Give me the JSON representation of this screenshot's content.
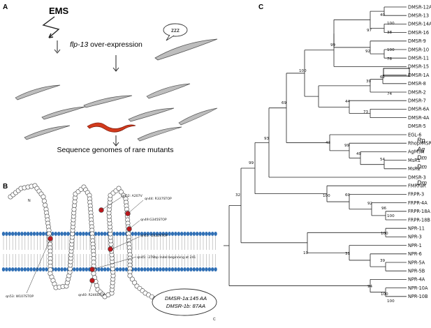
{
  "panels": {
    "a": {
      "label": "A",
      "ems": "EMS",
      "gene": "flp-13",
      "overexpression": " over-expression",
      "sleep": "zzz",
      "caption": "Sequence genomes of rare mutants",
      "colors": {
        "ems": "#3a6fb0",
        "worm": "#bdbdbd",
        "mutant": "#d23a1c"
      }
    },
    "b": {
      "label": "B",
      "n_term": "N",
      "c_term": "C",
      "mutations": [
        {
          "label": "qn52: A207V"
        },
        {
          "label": "qn44: R337STOP"
        },
        {
          "label": "qn49:G345STOP"
        },
        {
          "label": "qn51: Q322STOP"
        },
        {
          "label": "qn45: -278bp Indel beginning at 241"
        },
        {
          "label": "qn53: W107STOP"
        },
        {
          "label": "qn40: R246STOP"
        }
      ],
      "isoforms": [
        "DMSR-1a:145 AA",
        "DMSR-1b: 87AA"
      ],
      "colors": {
        "lipid": "#2f6fb5",
        "residue_mut": "#c0161b"
      }
    },
    "c": {
      "label": "C",
      "highlighted_leaf": "DMSR-1A",
      "leaves": [
        "DMSR-12A",
        "DMSR-13",
        "DMSR-14A",
        "DMSR-16",
        "DMSR-9",
        "DMSR-10",
        "DMSR-11",
        "DMSR-15",
        "DMSR-1A",
        "DMSR-8",
        "DMSR-2",
        "DMSR-7",
        "DMSR-6A",
        "DMSR-4A",
        "DMSR-5",
        "EGL-6",
        "RhoprMSR",
        "AgMSR",
        "MsR1",
        "MsR2",
        "DMSR-3",
        "FMRFaR",
        "FRPR-3",
        "FRPR-4A",
        "FRPR-18A",
        "FRPR-18B",
        "NPR-11",
        "NPR-3",
        "NPR-1",
        "NPR-6",
        "NPR-5A",
        "NPR-5B",
        "NPR-4A",
        "NPR-10A",
        "NPR-10B"
      ],
      "bootstrap": [
        "40",
        "100",
        "97",
        "38",
        "99",
        "92",
        "78",
        "100",
        "62",
        "39",
        "100",
        "44",
        "73",
        "74",
        "69",
        "43",
        "99",
        "49",
        "54",
        "99",
        "93",
        "100",
        "92",
        "60",
        "96",
        "100",
        "32",
        "100",
        "31",
        "19",
        "39",
        "100",
        "94",
        "100"
      ],
      "species": [
        "Rp",
        "Ag",
        "Dm",
        "Dm",
        "Dm"
      ]
    }
  }
}
